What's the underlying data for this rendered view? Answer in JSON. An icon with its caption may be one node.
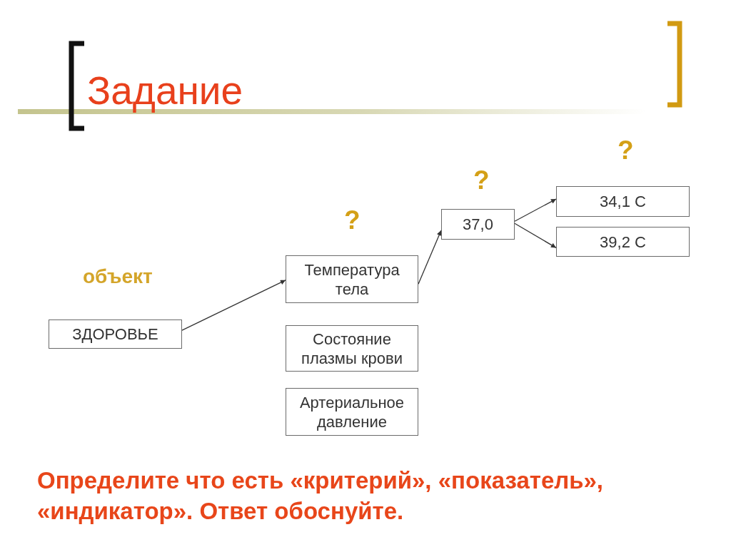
{
  "diagram": {
    "title": "Задание",
    "nodes": [
      {
        "text": [
          "ЗДОРОВЬЕ"
        ]
      },
      {
        "text": [
          "Температура тела"
        ]
      },
      {
        "text": [
          "Состояние плазмы крови"
        ]
      },
      {
        "text": [
          "Артериальное давление"
        ]
      },
      {
        "text": [
          "37,0"
        ]
      },
      {
        "text": [
          "34,1 C"
        ]
      },
      {
        "text": [
          "39,2 C"
        ]
      }
    ],
    "edges": [
      {
        "from": 0,
        "to": 1,
        "arrow": "to"
      },
      {
        "from": 1,
        "to": 4,
        "arrow": "to"
      },
      {
        "from": 4,
        "to": 5,
        "arrow": "to"
      },
      {
        "from": 4,
        "to": 6,
        "arrow": "to"
      }
    ],
    "labels": [
      "?",
      "?",
      "?",
      "объект",
      "Определите что есть «критерий», «показатель», «индикатор». Ответ обоснуйте."
    ]
  }
}
